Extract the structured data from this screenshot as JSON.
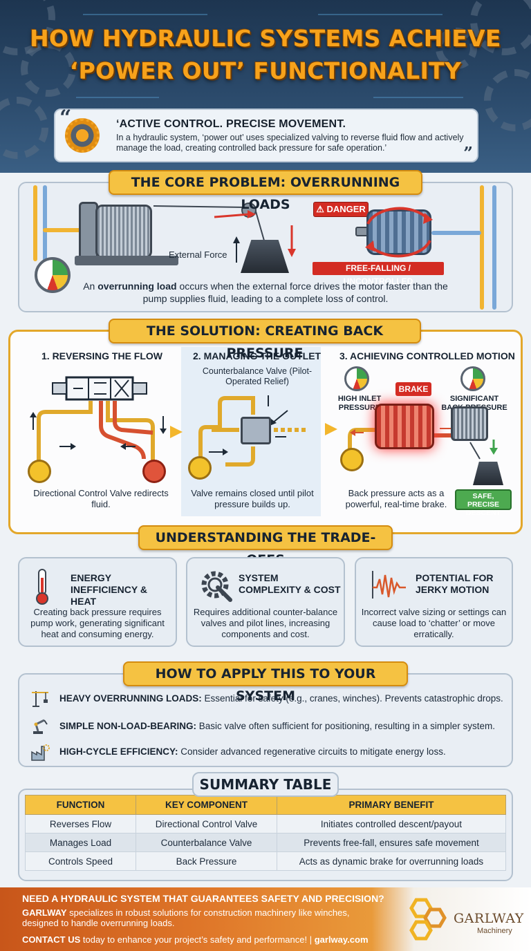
{
  "header": {
    "title_line1": "HOW HYDRAULIC SYSTEMS ACHIEVE",
    "title_line2": "‘POWER OUT’ FUNCTIONALITY"
  },
  "quote": {
    "open_mark": "“",
    "close_mark": "”",
    "title": "‘ACTIVE CONTROL. PRECISE MOVEMENT.",
    "body": "In a hydraulic system, ‘power out’ uses specialized valving to reverse fluid flow and actively manage the load, creating controlled back pressure for safe operation.’"
  },
  "core_problem": {
    "banner": "THE CORE PROBLEM: OVERRUNNING LOADS",
    "external_force": "External Force",
    "danger": "⚠ DANGER",
    "freefall": "FREE-FALLING / UNCONTROLLED",
    "desc_prefix": "An ",
    "desc_bold": "overrunning load",
    "desc_rest": " occurs when the external force drives the motor faster than the pump supplies fluid, leading to a complete loss of control."
  },
  "solution": {
    "banner": "THE SOLUTION: CREATING BACK PRESSURE",
    "steps": [
      {
        "title": "1. REVERSING THE FLOW",
        "caption": "Directional Control Valve redirects fluid."
      },
      {
        "title": "2. MANAGING THE OUTLET",
        "label": "Counterbalance Valve (Pilot-Operated Relief)",
        "caption": "Valve remains closed until pilot pressure builds up."
      },
      {
        "title": "3. ACHIEVING CONTROLLED MOTION",
        "caption": "Back pressure acts as a powerful, real-time brake."
      }
    ],
    "high_inlet": "HIGH INLET PRESSURE",
    "significant_back": "SIGNIFICANT BACK PRESSURE",
    "brake": "BRAKE",
    "safe": "SAFE, PRECISE DESCENT"
  },
  "tradeoffs": {
    "banner": "UNDERSTANDING THE TRADE-OFFS",
    "cards": [
      {
        "title": "ENERGY INEFFICIENCY & HEAT",
        "body": "Creating back pressure requires pump work, generating significant heat and consuming energy.",
        "icon": "thermometer-icon"
      },
      {
        "title": "SYSTEM COMPLEXITY & COST",
        "body": "Requires additional counter-balance valves and pilot lines, increasing components and cost.",
        "icon": "gear-wrench-icon"
      },
      {
        "title": "POTENTIAL FOR JERKY MOTION",
        "body": "Incorrect valve sizing or settings can cause load to ‘chatter’ or move erratically.",
        "icon": "wave-icon"
      }
    ]
  },
  "apply": {
    "banner": "HOW TO APPLY THIS TO YOUR SYSTEM",
    "rows": [
      {
        "bold": "HEAVY OVERRUNNING LOADS:",
        "text": " Essential for safety (e.g., cranes, winches). Prevents catastrophic drops.",
        "icon": "crane-icon"
      },
      {
        "bold": "SIMPLE NON-LOAD-BEARING:",
        "text": " Basic valve often sufficient for positioning, resulting in a simpler system.",
        "icon": "robot-arm-icon"
      },
      {
        "bold": "HIGH-CYCLE EFFICIENCY:",
        "text": " Consider advanced regenerative circuits to mitigate energy loss.",
        "icon": "factory-icon"
      }
    ]
  },
  "summary": {
    "banner": "SUMMARY TABLE",
    "headers": [
      "FUNCTION",
      "KEY COMPONENT",
      "PRIMARY BENEFIT"
    ],
    "rows": [
      [
        "Reverses Flow",
        "Directional Control Valve",
        "Initiates controlled descent/payout"
      ],
      [
        "Manages Load",
        "Counterbalance Valve",
        "Prevents free-fall, ensures safe movement"
      ],
      [
        "Controls Speed",
        "Back Pressure",
        "Acts as dynamic brake for overrunning loads"
      ]
    ]
  },
  "footer": {
    "question": "NEED A HYDRAULIC SYSTEM THAT GUARANTEES SAFETY AND PRECISION?",
    "brand_bold": "GARLWAY",
    "brand_text": " specializes in robust solutions for construction machinery like winches, designed to handle overrunning loads.",
    "contact_bold": "CONTACT US",
    "contact_text": " today to enhance your project’s safety and performance! | ",
    "website": "garlway.com",
    "logo_name": "GARLWAY",
    "logo_sub": "Machinery"
  },
  "colors": {
    "accent": "#f5c242",
    "danger": "#d32c23",
    "safe": "#4daa50",
    "header_bg": "#2b4a6b",
    "footer_orange": "#e0782a"
  }
}
